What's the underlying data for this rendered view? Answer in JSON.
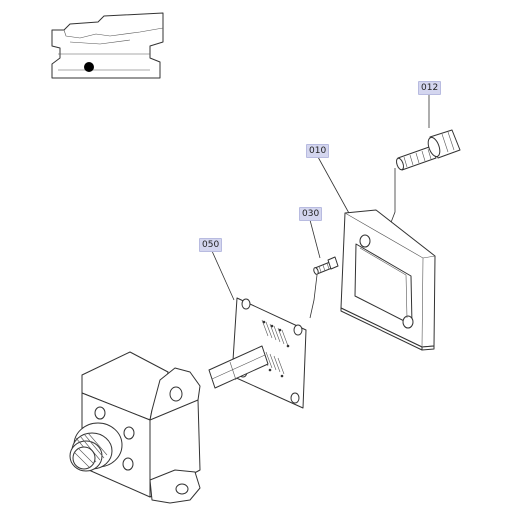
{
  "callouts": {
    "p012": "012",
    "p010": "010",
    "p030": "030",
    "p050": "050"
  },
  "colors": {
    "callout_background": "#d4d6ef",
    "line": "#333333",
    "locator_dot": "#000000"
  },
  "icons": {
    "locator": "locator-thumbnail-icon"
  }
}
